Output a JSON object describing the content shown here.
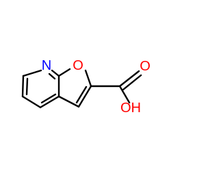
{
  "molecule": {
    "atoms": {
      "n1": {
        "label": "N",
        "color": "#0000FF"
      },
      "o1": {
        "label": "O",
        "color": "#FF0000"
      },
      "o2": {
        "label": "O",
        "color": "#FF0000"
      },
      "oh": {
        "label": "OH",
        "color": "#FF0000"
      }
    },
    "bond_color": "#000000"
  }
}
